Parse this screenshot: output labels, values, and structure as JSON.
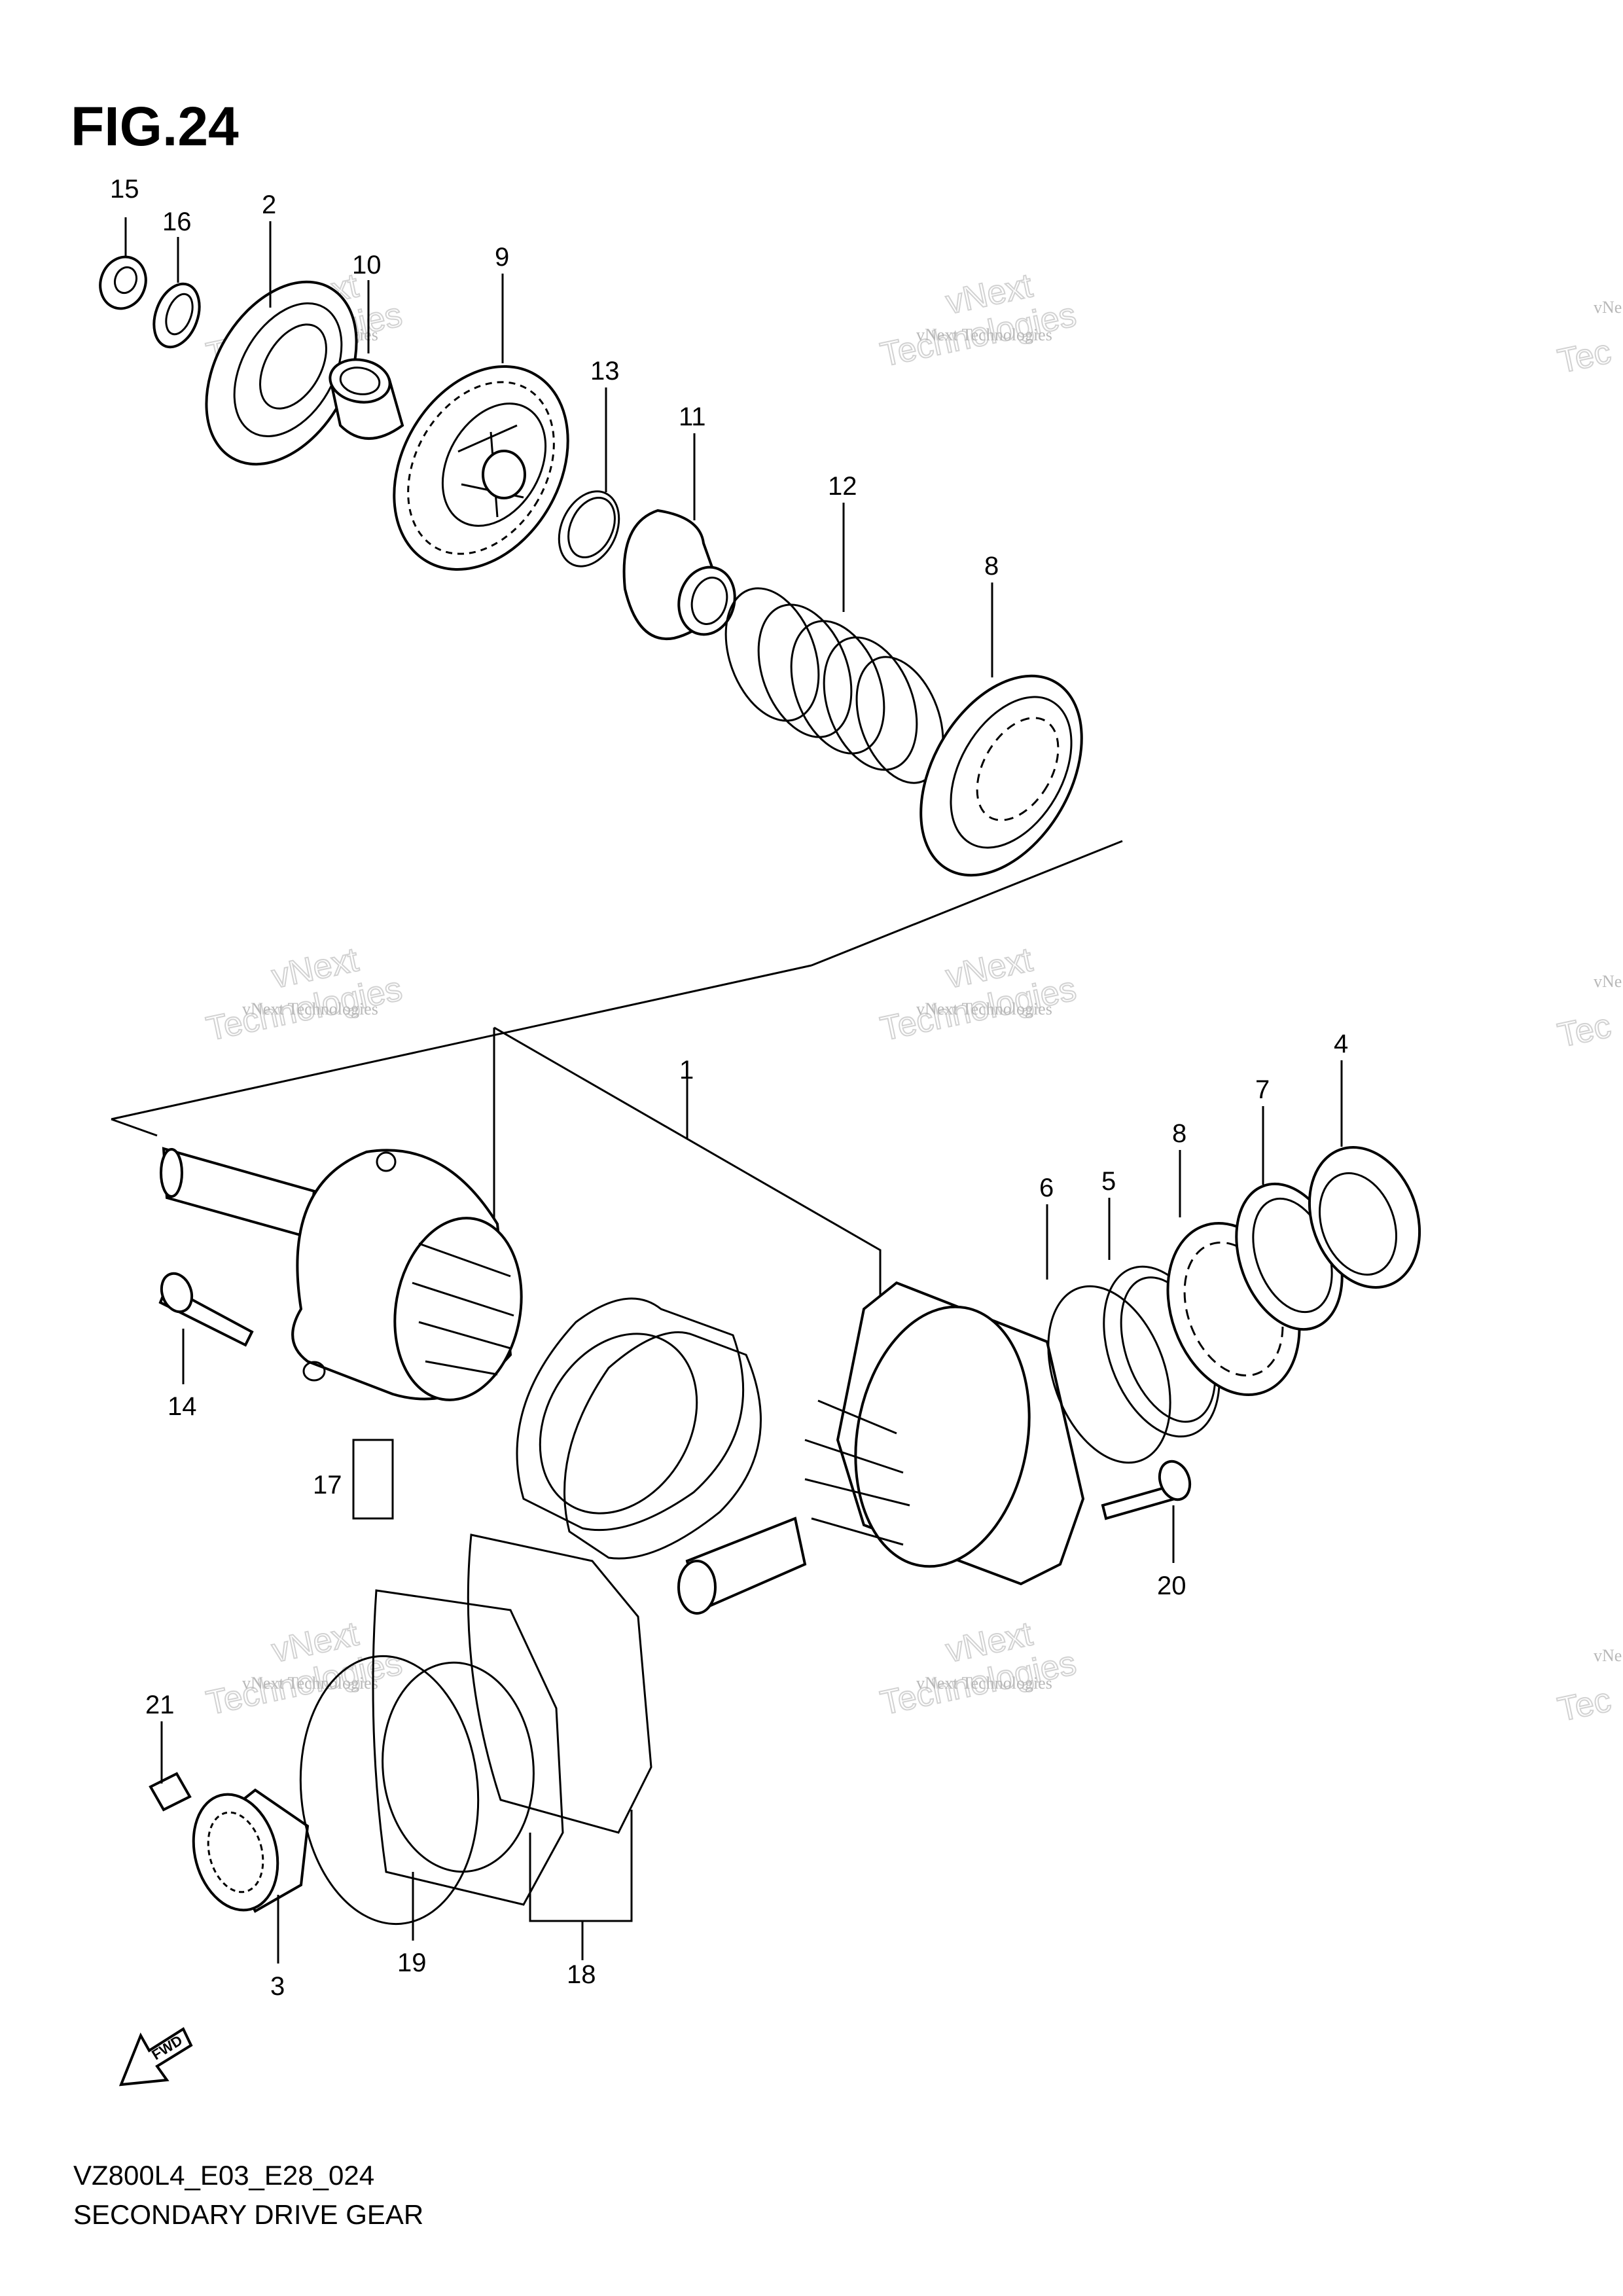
{
  "figure": {
    "title": "FIG.24",
    "footer_code": "VZ800L4_E03_E28_024",
    "footer_name": "SECONDARY DRIVE GEAR",
    "fwd_label": "FWD"
  },
  "watermark": {
    "small": "vNext Technologies",
    "big_line1": "vNext",
    "big_line2": "Technologies",
    "edge_small": "vNe",
    "edge_big": "Tec"
  },
  "callouts": {
    "c1": "1",
    "c2": "2",
    "c3": "3",
    "c4": "4",
    "c5": "5",
    "c6": "6",
    "c7": "7",
    "c8a": "8",
    "c8b": "8",
    "c9": "9",
    "c10": "10",
    "c11": "11",
    "c12": "12",
    "c13": "13",
    "c14": "14",
    "c15": "15",
    "c16": "16",
    "c17": "17",
    "c18": "18",
    "c19": "19",
    "c20": "20",
    "c21": "21"
  }
}
